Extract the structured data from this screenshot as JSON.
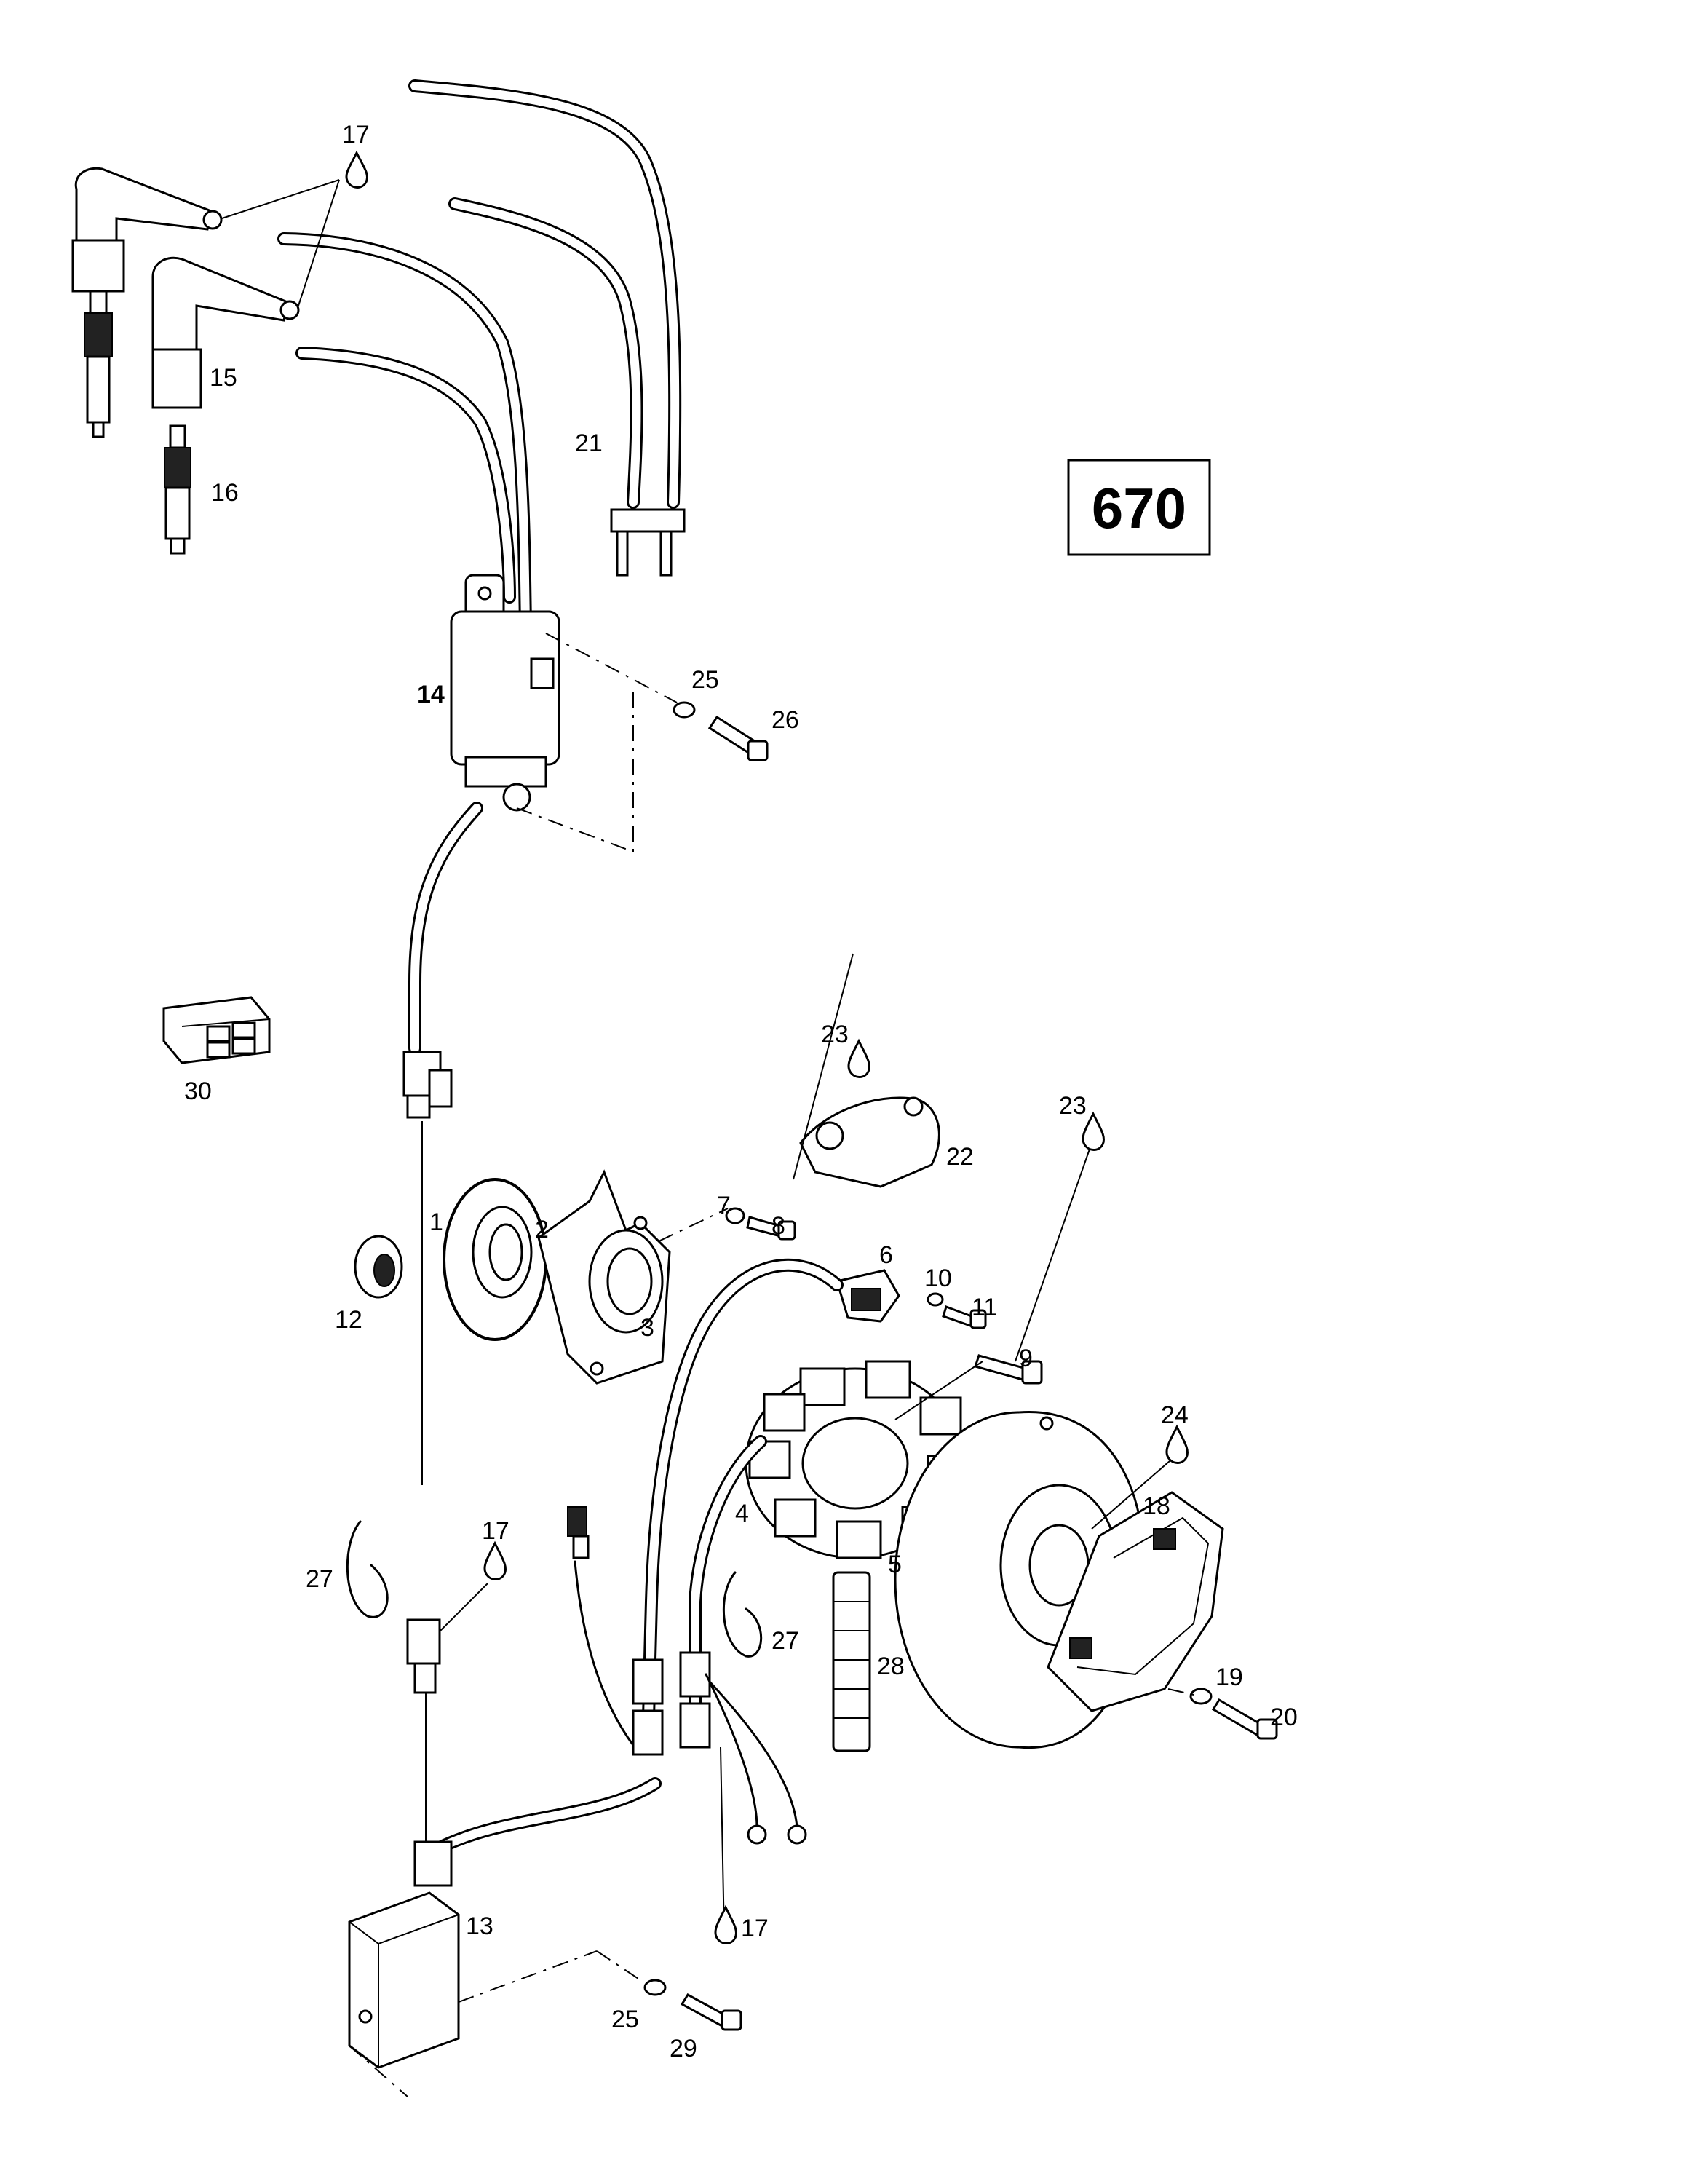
{
  "diagram_id": "670",
  "callouts": {
    "c1": "1",
    "c2": "2",
    "c3": "3",
    "c4": "4",
    "c5": "5",
    "c6": "6",
    "c7": "7",
    "c8": "8",
    "c9": "9",
    "c10": "10",
    "c11": "11",
    "c12": "12",
    "c13": "13",
    "c14": "14",
    "c15": "15",
    "c16": "16",
    "c17a": "17",
    "c17b": "17",
    "c17c": "17",
    "c18": "18",
    "c19": "19",
    "c20": "20",
    "c21": "21",
    "c22": "22",
    "c23a": "23",
    "c23b": "23",
    "c24": "24",
    "c25a": "25",
    "c25b": "25",
    "c26": "26",
    "c27a": "27",
    "c27b": "27",
    "c28": "28",
    "c29": "29",
    "c30": "30"
  },
  "icons": {
    "lubricant": "drop-icon",
    "spark_plug": "spark-plug-icon",
    "connector": "connector-icon"
  }
}
